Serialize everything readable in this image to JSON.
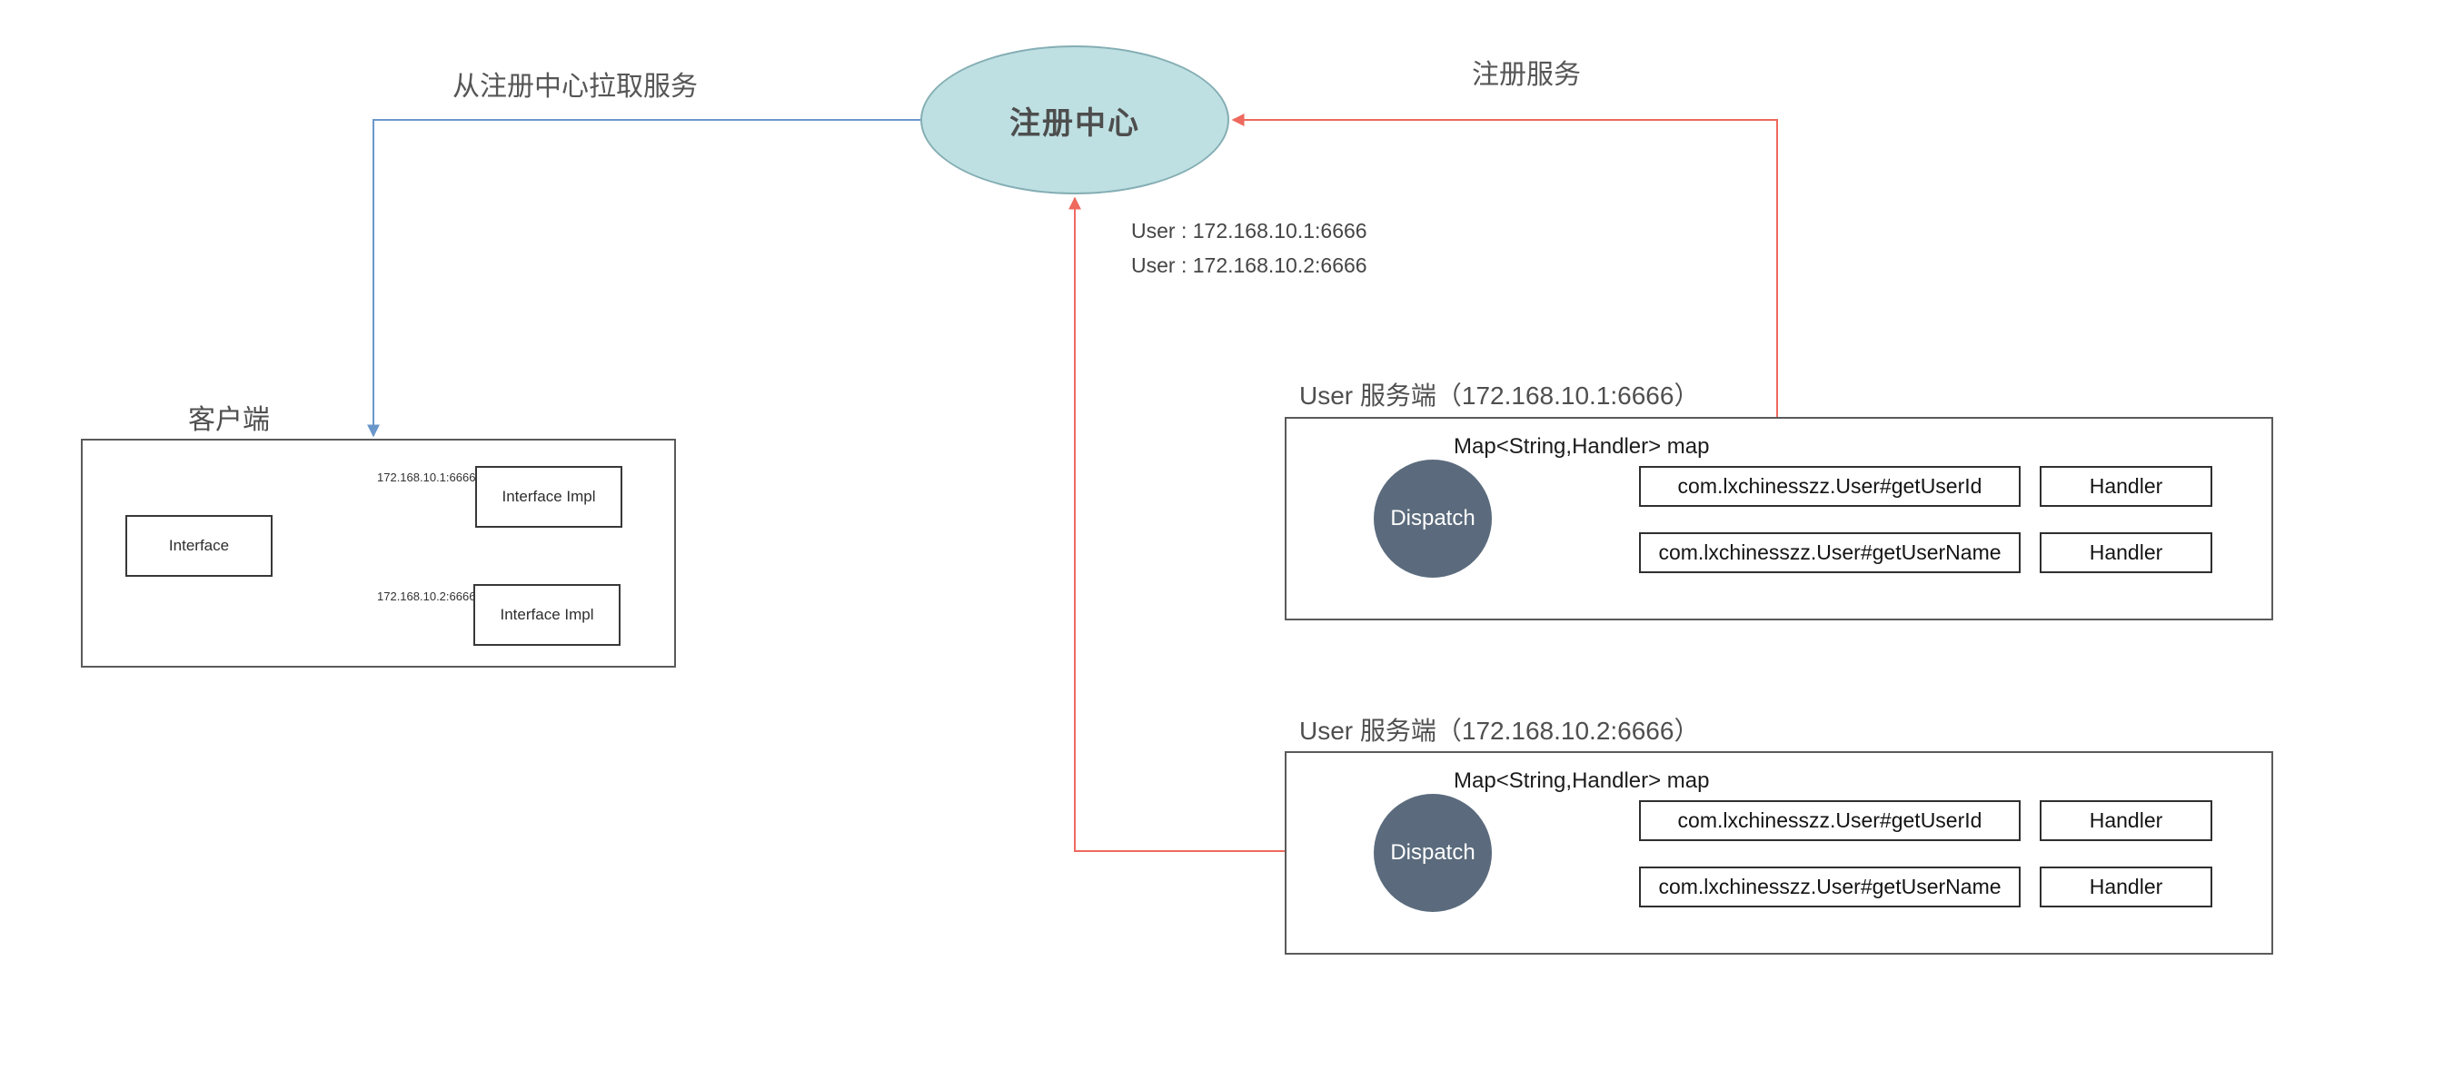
{
  "registry": {
    "label": "注册中心",
    "entries": [
      "User : 172.168.10.1:6666",
      "User : 172.168.10.2:6666"
    ]
  },
  "edge_labels": {
    "pull": "从注册中心拉取服务",
    "register": "注册服务"
  },
  "client": {
    "title": "客户端",
    "interface_label": "Interface",
    "impls": [
      {
        "ip": "172.168.10.1:6666",
        "label": "Interface Impl"
      },
      {
        "ip": "172.168.10.2:6666",
        "label": "Interface Impl"
      }
    ]
  },
  "servers": [
    {
      "title": "User 服务端（172.168.10.1:6666）",
      "map_label": "Map<String,Handler> map",
      "dispatch_label": "Dispatch",
      "rows": [
        {
          "key": "com.lxchinesszz.User#getUserId",
          "handler": "Handler"
        },
        {
          "key": "com.lxchinesszz.User#getUserName",
          "handler": "Handler"
        }
      ]
    },
    {
      "title": "User 服务端（172.168.10.2:6666）",
      "map_label": "Map<String,Handler> map",
      "dispatch_label": "Dispatch",
      "rows": [
        {
          "key": "com.lxchinesszz.User#getUserId",
          "handler": "Handler"
        },
        {
          "key": "com.lxchinesszz.User#getUserName",
          "handler": "Handler"
        }
      ]
    }
  ],
  "colors": {
    "registry_fill": "#bfe0e2",
    "registry_stroke": "#84aeb4",
    "dispatch_fill": "#5b6b7d",
    "red_line": "#ee695e",
    "blue_line": "#6b97cb",
    "dark_line": "#2d2d2d",
    "label_text": "#4f4f4f"
  }
}
